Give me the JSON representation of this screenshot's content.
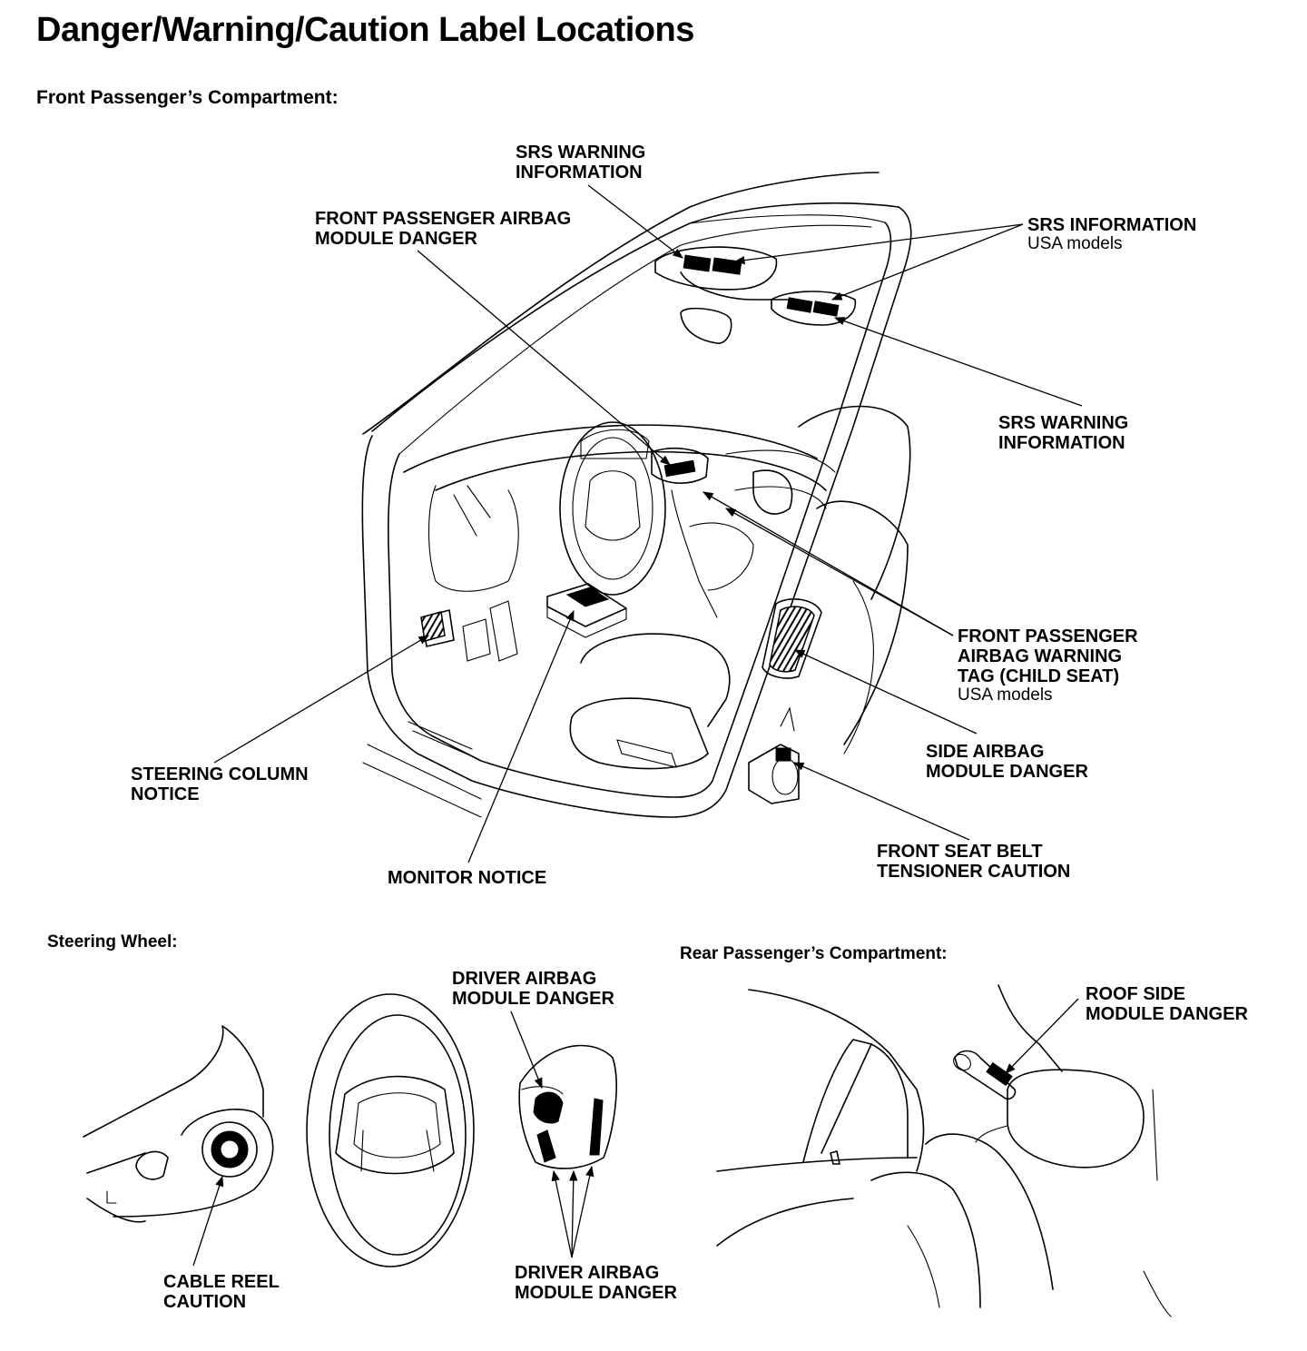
{
  "title": "Danger/Warning/Caution Label Locations",
  "sections": {
    "front": "Front Passenger’s Compartment:",
    "steering": "Steering Wheel:",
    "rear": "Rear Passenger’s Compartment:"
  },
  "labels": {
    "srs_warning_top": "SRS WARNING\nINFORMATION",
    "front_passenger_airbag_danger": "FRONT PASSENGER AIRBAG\nMODULE DANGER",
    "srs_information": "SRS INFORMATION",
    "srs_information_sub": "USA models",
    "srs_warning_right": "SRS WARNING\nINFORMATION",
    "front_passenger_warning_tag": "FRONT PASSENGER\nAIRBAG WARNING\nTAG (CHILD SEAT)",
    "front_passenger_warning_tag_sub": "USA models",
    "side_airbag_danger": "SIDE AIRBAG\nMODULE DANGER",
    "seat_belt_tensioner": "FRONT SEAT BELT\nTENSIONER CAUTION",
    "steering_column_notice": "STEERING COLUMN\nNOTICE",
    "monitor_notice": "MONITOR NOTICE",
    "driver_airbag_danger_top": "DRIVER AIRBAG\nMODULE DANGER",
    "driver_airbag_danger_bottom": "DRIVER AIRBAG\nMODULE DANGER",
    "cable_reel_caution": "CABLE REEL\nCAUTION",
    "roof_side_danger": "ROOF SIDE\nMODULE DANGER"
  }
}
